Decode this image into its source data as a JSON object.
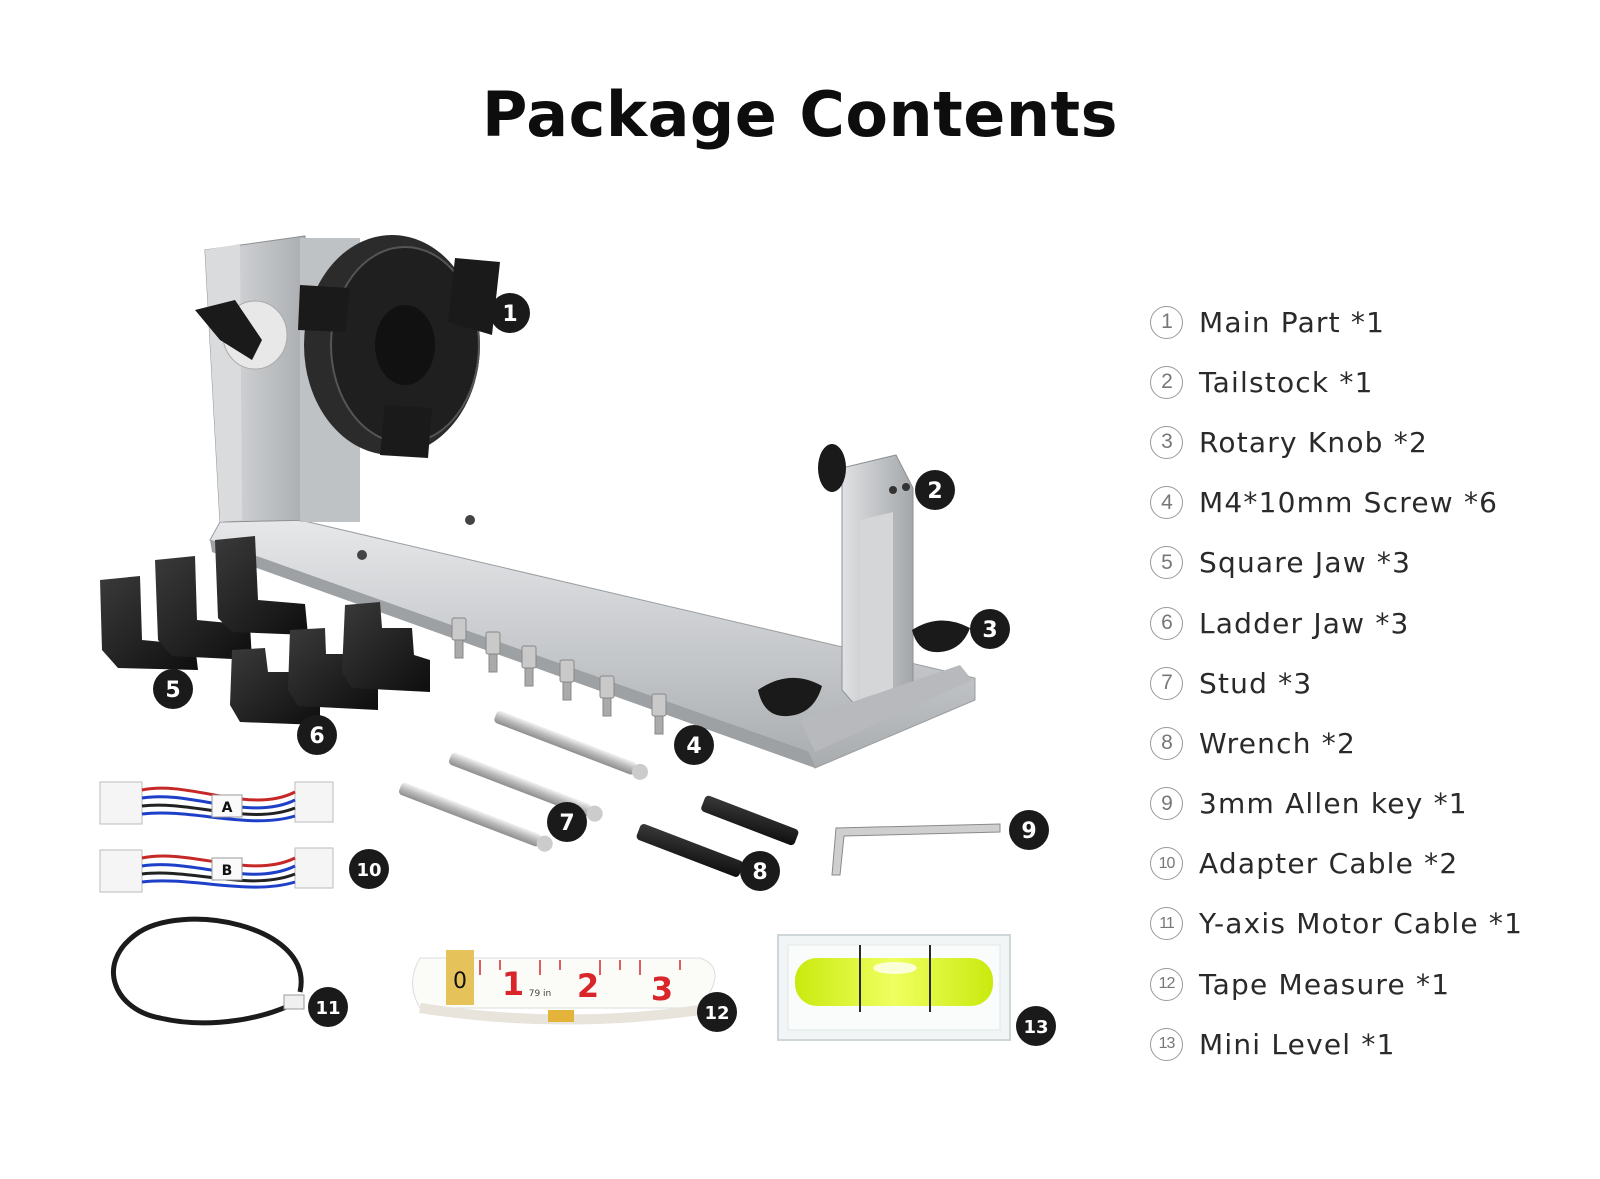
{
  "title": "Package Contents",
  "items": [
    {
      "num": "1",
      "label": "Main Part *1"
    },
    {
      "num": "2",
      "label": "Tailstock *1"
    },
    {
      "num": "3",
      "label": "Rotary Knob *2"
    },
    {
      "num": "4",
      "label": "M4*10mm Screw *6"
    },
    {
      "num": "5",
      "label": "Square Jaw *3"
    },
    {
      "num": "6",
      "label": "Ladder Jaw *3"
    },
    {
      "num": "7",
      "label": "Stud *3"
    },
    {
      "num": "8",
      "label": "Wrench *2"
    },
    {
      "num": "9",
      "label": "3mm Allen key *1"
    },
    {
      "num": "10",
      "label": "Adapter Cable *2"
    },
    {
      "num": "11",
      "label": "Y-axis Motor Cable *1"
    },
    {
      "num": "12",
      "label": "Tape Measure *1"
    },
    {
      "num": "13",
      "label": "Mini Level *1"
    }
  ],
  "cable_tags": {
    "a": "A",
    "b": "B"
  },
  "tape_marks": {
    "zero": "0",
    "one": "1",
    "two": "2",
    "three": "3",
    "inch": "79 in"
  },
  "colors": {
    "badge": "#1a1a1a",
    "metal": "#c8cacc",
    "level_liquid": "#d6f51c",
    "tape_red": "#d8262b"
  }
}
